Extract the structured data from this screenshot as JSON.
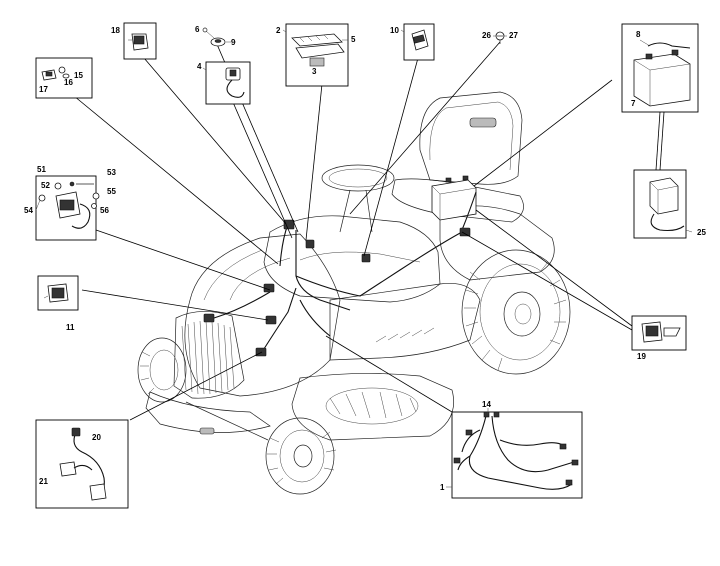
{
  "callouts": {
    "c1": "1",
    "c2": "2",
    "c3": "3",
    "c4": "4",
    "c5": "5",
    "c6": "6",
    "c7": "7",
    "c8": "8",
    "c9": "9",
    "c10": "10",
    "c11": "11",
    "c14": "14",
    "c15": "15",
    "c16": "16",
    "c17": "17",
    "c18": "18",
    "c19": "19",
    "c20": "20",
    "c21": "21",
    "c25": "25",
    "c26": "26",
    "c27": "27",
    "c51": "51",
    "c52": "52",
    "c53": "53",
    "c54": "54",
    "c55": "55",
    "c56": "56"
  }
}
